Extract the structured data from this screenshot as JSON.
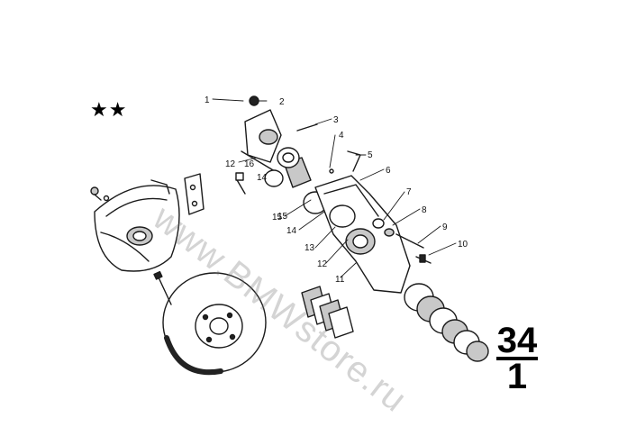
{
  "diagram": {
    "stars": "★★",
    "callouts": [
      "1",
      "2",
      "3",
      "4",
      "5",
      "6",
      "7",
      "8",
      "9",
      "10",
      "11",
      "12",
      "13",
      "14",
      "15",
      "16",
      "12",
      "14",
      "15"
    ],
    "group_number": "34",
    "group_sub": "1"
  },
  "watermark": "www.BMWstore.ru",
  "colors": {
    "ink": "#1a1a1a",
    "fill": "#c8c8c8",
    "background": "#ffffff"
  }
}
